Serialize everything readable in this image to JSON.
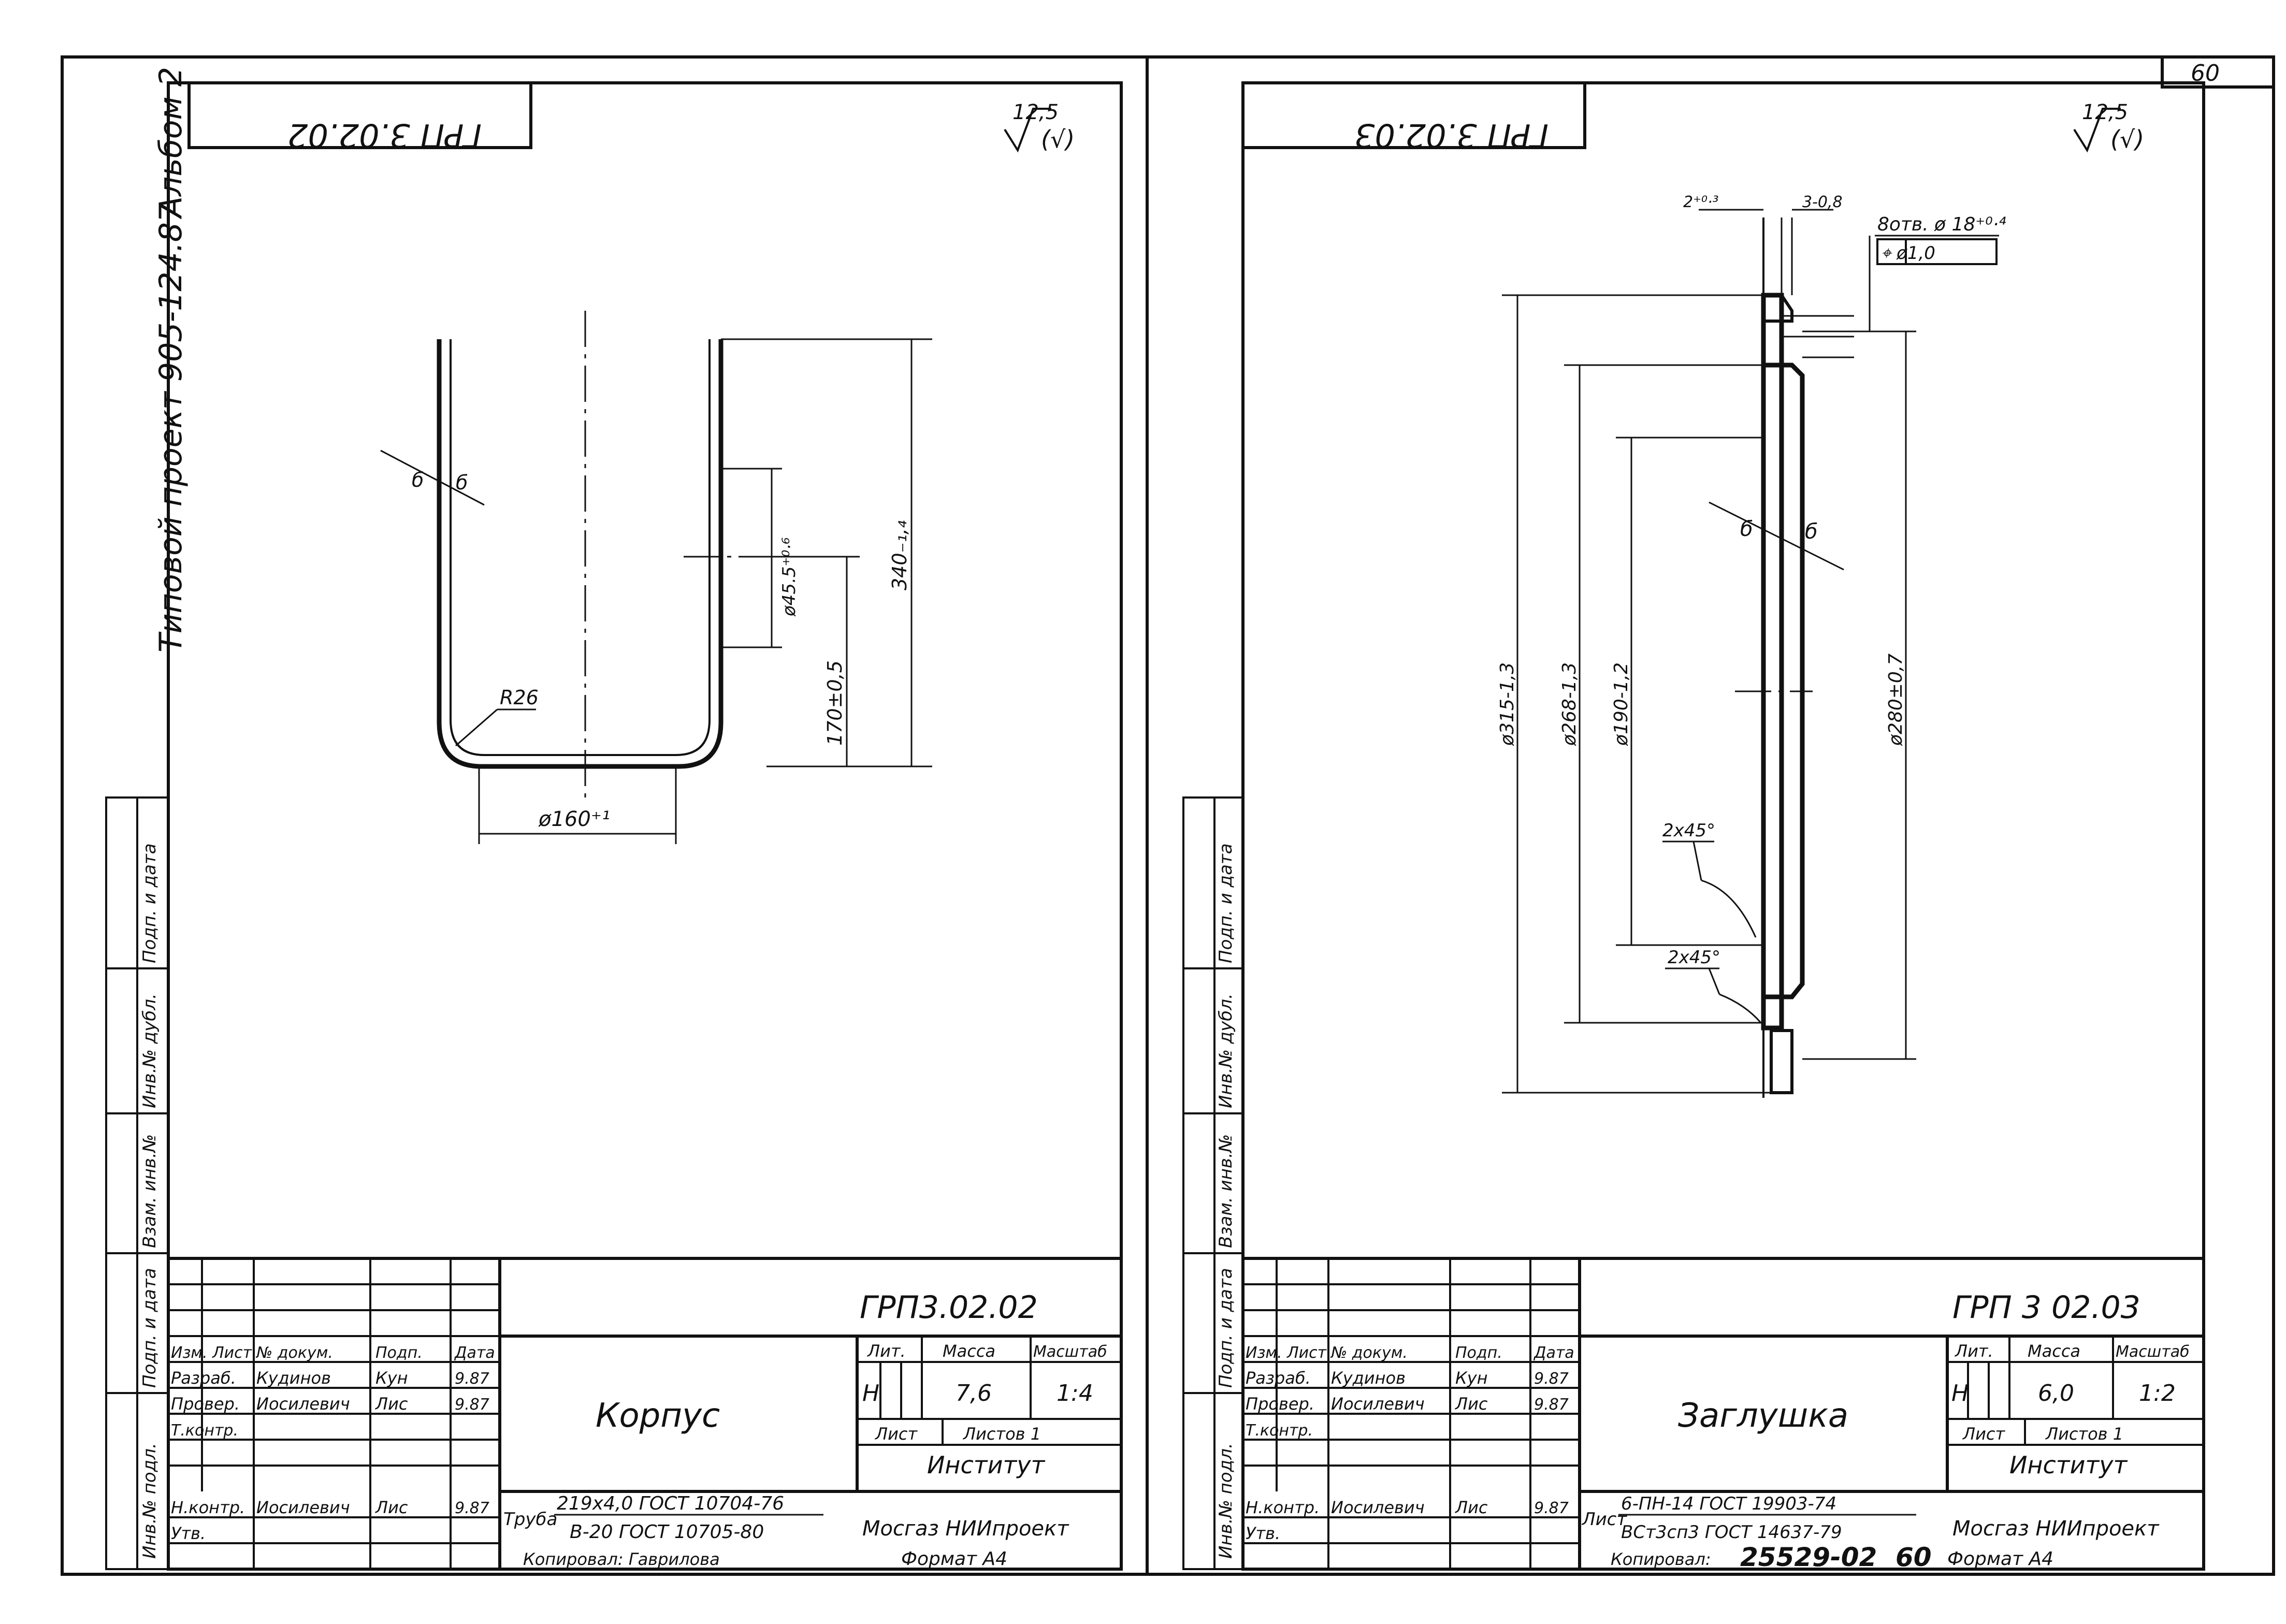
{
  "album": {
    "series": "Типовой проект 905-124.87",
    "album": "Альбом 2"
  },
  "sheet_number": "60",
  "left": {
    "code_rotated": "ГРП 3.02.02",
    "roughness": {
      "value": "12,5",
      "symbol": "(√)"
    },
    "dims": {
      "wall": "б",
      "radius": "R26",
      "hole": "ø45.5⁺⁰·⁶",
      "height_total": "340₋₁,₄",
      "height_hole": "170±0,5",
      "diameter": "ø160⁺¹"
    },
    "title_block": {
      "code": "ГРП3.02.02",
      "name": "Корпус",
      "lit_header": "Лит.",
      "mass_header": "Масса",
      "scale_header": "Масштаб",
      "lit": "Н",
      "mass": "7,6",
      "scale": "1:4",
      "sheet_label": "Лист",
      "sheets_label": "Листов 1",
      "roles": [
        {
          "role": "Изм. Лист",
          "name": "№ докум.",
          "sign": "Подп.",
          "date": "Дата"
        },
        {
          "role": "Разраб.",
          "name": "Кудинов",
          "sign": "Кун",
          "date": "9.87"
        },
        {
          "role": "Провер.",
          "name": "Иосилевич",
          "sign": "Лис",
          "date": "9.87"
        },
        {
          "role": "Т.контр.",
          "name": "",
          "sign": "",
          "date": ""
        },
        {
          "role": "Н.контр.",
          "name": "Иосилевич",
          "sign": "Лис",
          "date": "9.87"
        },
        {
          "role": "Утв.",
          "name": "",
          "sign": "",
          "date": ""
        }
      ],
      "material_prefix": "Труба",
      "material_line1": "219х4,0 ГОСТ 10704-76",
      "material_line2": "В-20 ГОСТ 10705-80",
      "org_line1": "Институт",
      "org_line2": "Мосгаз НИИпроект",
      "copied": "Копировал: Гаврилова",
      "format": "Формат  А4"
    }
  },
  "right": {
    "code_rotated": "ГРП 3.02.03",
    "roughness": {
      "value": "12,5",
      "symbol": "(√)"
    },
    "dims": {
      "thick_a": "2⁺⁰·³",
      "thick_b": "3-0,8",
      "holes": "8отв. ø 18⁺⁰·⁴",
      "position": "⌖ ø1,0",
      "wall": "б",
      "d1": "ø315-1,3",
      "d2": "ø268-1,3",
      "d3": "ø190-1,2",
      "d4": "ø280±0,7",
      "ch1": "2x45°",
      "ch2": "2x45°"
    },
    "title_block": {
      "code": "ГРП 3 02.03",
      "name": "Заглушка",
      "lit_header": "Лит.",
      "mass_header": "Масса",
      "scale_header": "Масштаб",
      "lit": "Н",
      "mass": "6,0",
      "scale": "1:2",
      "sheet_label": "Лист",
      "sheets_label": "Листов 1",
      "roles": [
        {
          "role": "Изм. Лист",
          "name": "№ докум.",
          "sign": "Подп.",
          "date": "Дата"
        },
        {
          "role": "Разраб.",
          "name": "Кудинов",
          "sign": "Кун",
          "date": "9.87"
        },
        {
          "role": "Провер.",
          "name": "Иосилевич",
          "sign": "Лис",
          "date": "9.87"
        },
        {
          "role": "Т.контр.",
          "name": "",
          "sign": "",
          "date": ""
        },
        {
          "role": "Н.контр.",
          "name": "Иосилевич",
          "sign": "Лис",
          "date": "9.87"
        },
        {
          "role": "Утв.",
          "name": "",
          "sign": "",
          "date": ""
        }
      ],
      "material_prefix": "Лист",
      "material_line1": "6-ПН-14 ГОСТ 19903-74",
      "material_line2": "ВСт3сп3 ГОСТ 14637-79",
      "org_line1": "Институт",
      "org_line2": "Мосгаз НИИпроект",
      "copied": "Копировал:",
      "copy_number": "25529-02",
      "copy_sheet": "60",
      "format": "Формат  А4"
    }
  },
  "side_strip": [
    "Инв.№ подл.",
    "Подп. и дата",
    "Взам. инв.№",
    "Инв.№ дубл.",
    "Подп. и дата"
  ]
}
